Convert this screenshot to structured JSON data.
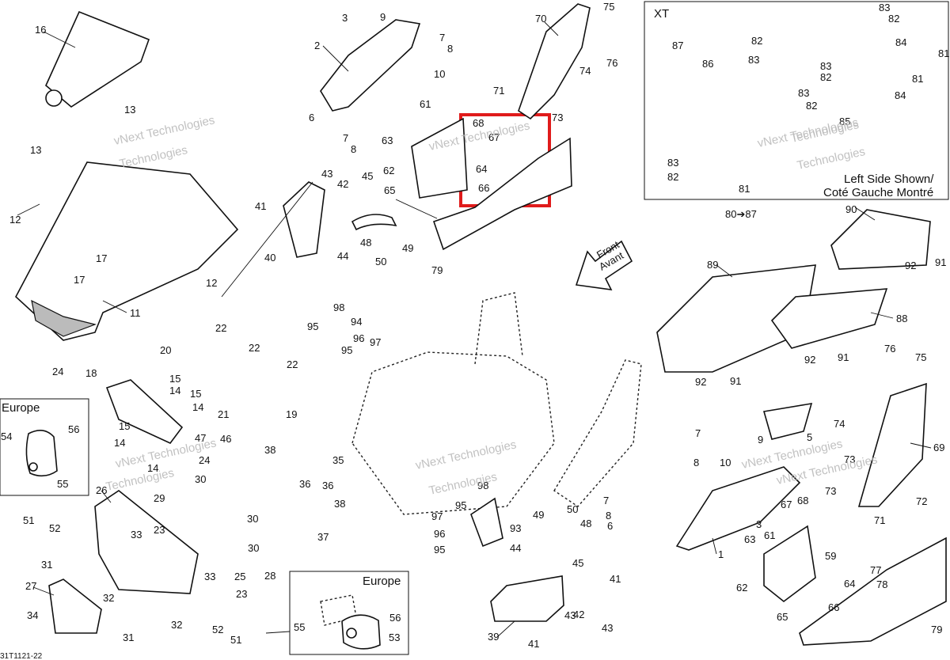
{
  "diagram": {
    "footer_code": "31T1121-22",
    "front_arrow": {
      "line1": "Front",
      "line2": "Avant"
    },
    "inset_xt": {
      "title": "XT",
      "caption_line1": "Left Side Shown/",
      "caption_line2": "Coté Gauche Montré",
      "range_label": "80➔87"
    },
    "inset_europe_left": {
      "title": "Europe"
    },
    "inset_europe_bottom": {
      "title": "Europe"
    },
    "watermarks": [
      "vNext Technologies",
      "Technologies",
      "vNext Technologies",
      "vNext Technologies",
      "Technologies",
      "vNext Technologies",
      "Technologies",
      "vNext Technologies",
      "vNext Technologies",
      "Technologies",
      "vNext Technologies",
      "Technologies"
    ],
    "callouts": [
      "16",
      "13",
      "13",
      "12",
      "17",
      "17",
      "11",
      "12",
      "3",
      "9",
      "2",
      "7",
      "8",
      "6",
      "10",
      "7",
      "8",
      "61",
      "63",
      "62",
      "65",
      "45",
      "43",
      "42",
      "41",
      "40",
      "44",
      "48",
      "50",
      "49",
      "79",
      "70",
      "75",
      "74",
      "76",
      "71",
      "73",
      "68",
      "67",
      "64",
      "66",
      "87",
      "86",
      "82",
      "83",
      "83",
      "82",
      "81",
      "83",
      "82",
      "84",
      "85",
      "83",
      "82",
      "81",
      "83",
      "82",
      "81",
      "84",
      "90",
      "89",
      "92",
      "91",
      "88",
      "92",
      "91",
      "92",
      "91",
      "76",
      "75",
      "74",
      "73",
      "73",
      "69",
      "72",
      "71",
      "98",
      "95",
      "94",
      "96",
      "97",
      "95",
      "22",
      "20",
      "22",
      "22",
      "18",
      "24",
      "15",
      "14",
      "15",
      "14",
      "21",
      "19",
      "47",
      "46",
      "14",
      "15",
      "24",
      "14",
      "30",
      "54",
      "56",
      "55",
      "51",
      "52",
      "26",
      "29",
      "23",
      "30",
      "33",
      "30",
      "31",
      "27",
      "34",
      "32",
      "31",
      "32",
      "33",
      "25",
      "23",
      "28",
      "38",
      "35",
      "36",
      "36",
      "38",
      "37",
      "97",
      "98",
      "95",
      "96",
      "95",
      "93",
      "49",
      "44",
      "48",
      "50",
      "45",
      "41",
      "42",
      "43",
      "39",
      "41",
      "43",
      "5",
      "7",
      "9",
      "8",
      "10",
      "7",
      "3",
      "8",
      "6",
      "1",
      "67",
      "68",
      "61",
      "63",
      "62",
      "59",
      "65",
      "64",
      "66",
      "77",
      "78",
      "79",
      "55",
      "56",
      "53",
      "52",
      "51"
    ]
  }
}
